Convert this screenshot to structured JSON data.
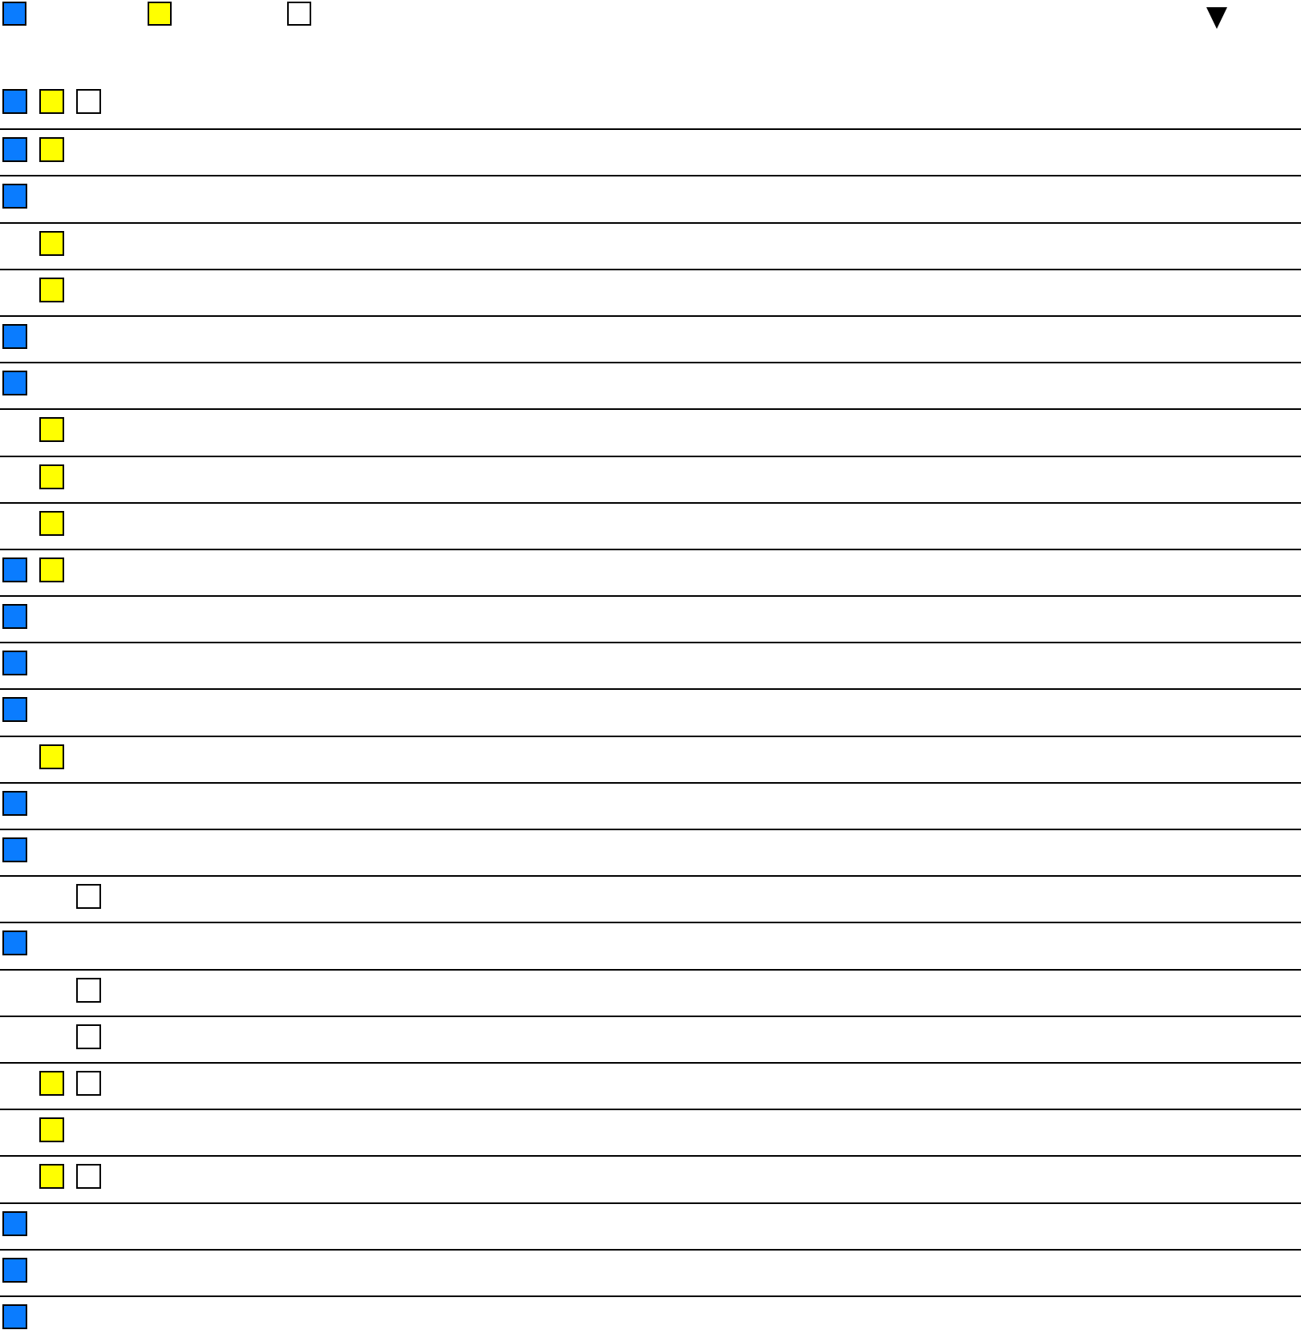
{
  "legend": [
    {
      "name": "blue",
      "color": "#0a7cff"
    },
    {
      "name": "yellow",
      "color": "#ffff00"
    },
    {
      "name": "white",
      "color": "#ffffff"
    }
  ],
  "header": {
    "dropdown_icon": "triangle-down-icon"
  },
  "rows": [
    [
      true,
      true,
      true
    ],
    [
      true,
      true,
      false
    ],
    [
      true,
      false,
      false
    ],
    [
      false,
      true,
      false
    ],
    [
      false,
      true,
      false
    ],
    [
      true,
      false,
      false
    ],
    [
      true,
      false,
      false
    ],
    [
      false,
      true,
      false
    ],
    [
      false,
      true,
      false
    ],
    [
      false,
      true,
      false
    ],
    [
      true,
      true,
      false
    ],
    [
      true,
      false,
      false
    ],
    [
      true,
      false,
      false
    ],
    [
      true,
      false,
      false
    ],
    [
      false,
      true,
      false
    ],
    [
      true,
      false,
      false
    ],
    [
      true,
      false,
      false
    ],
    [
      false,
      false,
      true
    ],
    [
      true,
      false,
      false
    ],
    [
      false,
      false,
      true
    ],
    [
      false,
      false,
      true
    ],
    [
      false,
      true,
      true
    ],
    [
      false,
      true,
      false
    ],
    [
      false,
      true,
      true
    ],
    [
      true,
      false,
      false
    ],
    [
      true,
      false,
      false
    ],
    [
      true,
      false,
      false
    ]
  ]
}
